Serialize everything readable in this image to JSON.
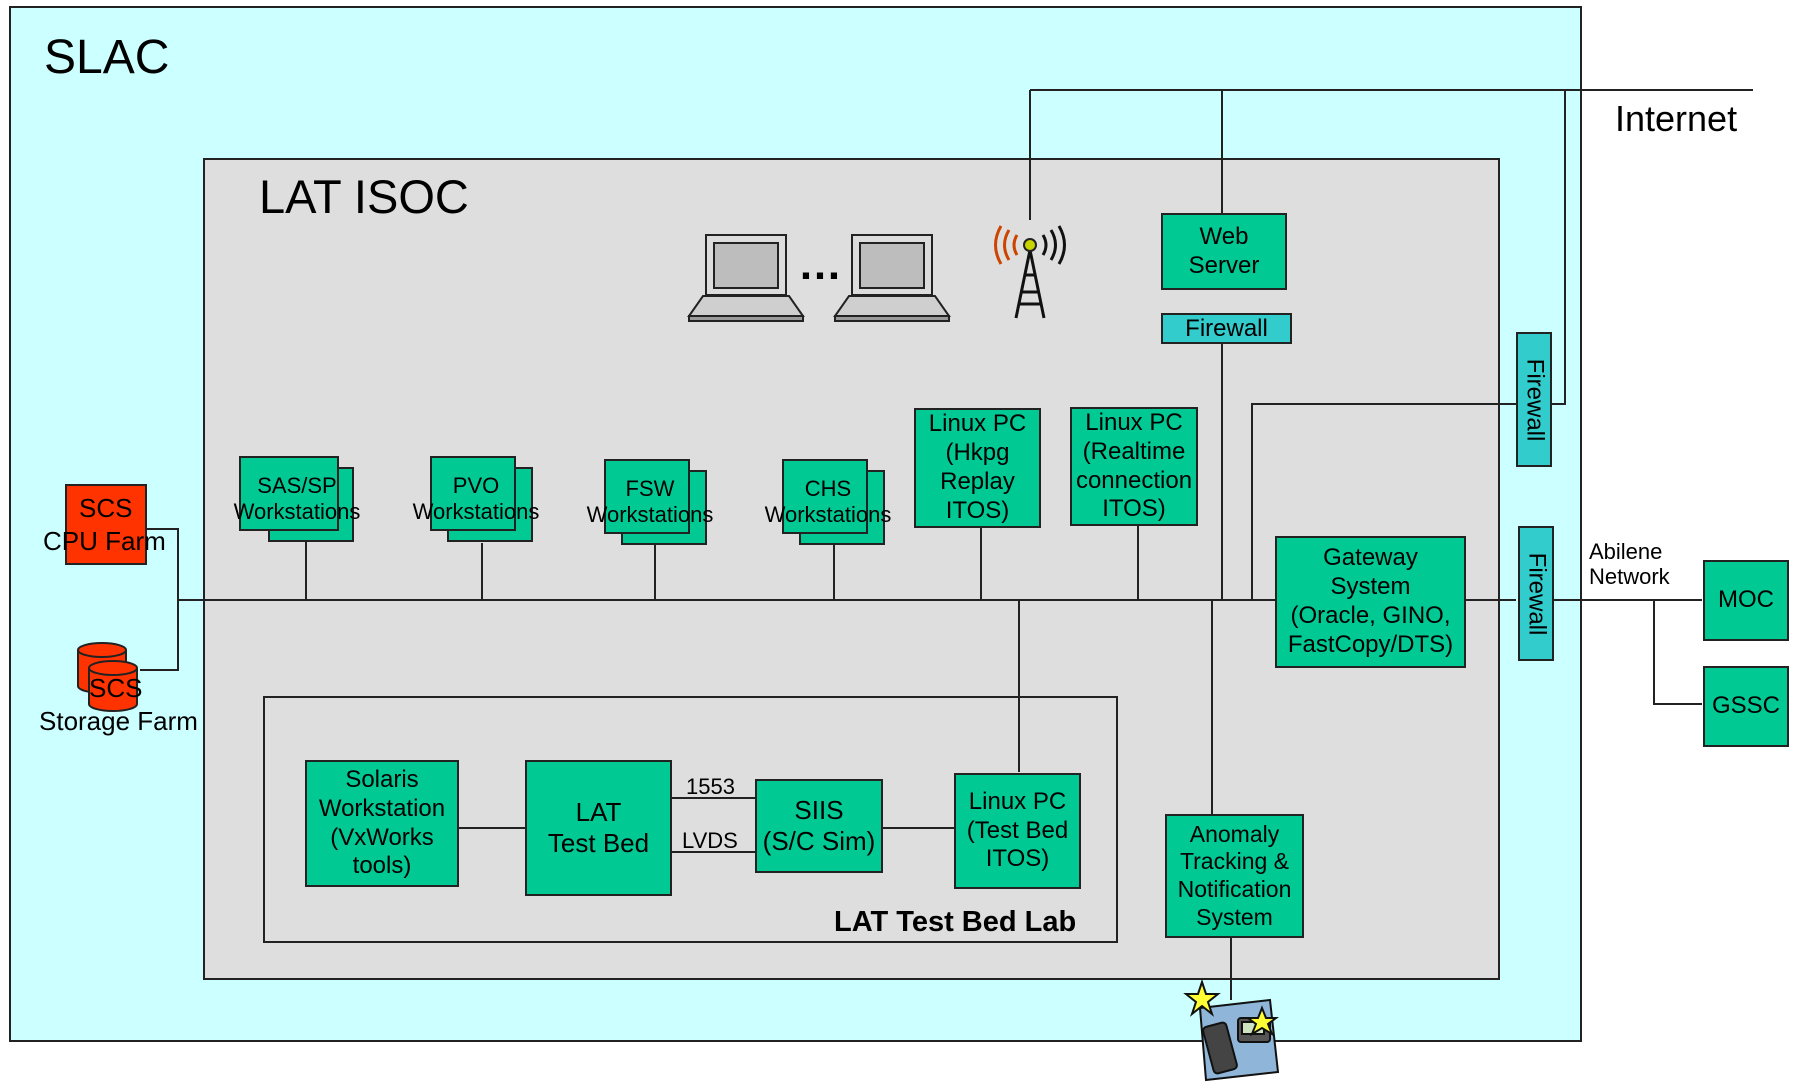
{
  "regions": {
    "slac": "SLAC",
    "isoc": "LAT ISOC",
    "testbed": "LAT Test Bed Lab",
    "internet": "Internet",
    "abilene": "Abilene\nNetwork"
  },
  "workstations": {
    "sas": "SAS/SP\nWorkstations",
    "pvo": "PVO\nWorkstations",
    "fsw": "FSW\nWorkstations",
    "chs": "CHS\nWorkstations"
  },
  "nodes": {
    "linux_hkpg": "Linux PC\n(Hkpg\nReplay\nITOS)",
    "linux_realtime": "Linux PC\n(Realtime\nconnection\nITOS)",
    "web_server": "Web\nServer",
    "firewall_web": "Firewall",
    "firewall_upper": "Firewall",
    "firewall_lower": "Firewall",
    "gateway": "Gateway\nSystem\n(Oracle, GINO,\nFastCopy/DTS)",
    "moc": "MOC",
    "gssc": "GSSC",
    "scs_cpu_a": "SCS",
    "scs_cpu_b": "CPU Farm",
    "scs_storage_a": "SCS",
    "scs_storage_b": "Storage Farm",
    "solaris": "Solaris\nWorkstation\n(VxWorks\ntools)",
    "lat_testbed": "LAT\nTest Bed",
    "siis": "SIIS\n(S/C Sim)",
    "linux_testbed": "Linux PC\n(Test Bed\nITOS)",
    "anomaly": "Anomaly\nTracking &\nNotification\nSystem"
  },
  "links": {
    "bus_1553": "1553",
    "lvds": "LVDS"
  },
  "misc": {
    "ellipsis": "…"
  },
  "icons": [
    "laptop-icon",
    "laptop-icon",
    "radio-tower-icon",
    "disk-cylinder-icon",
    "pager-phone-icon"
  ],
  "colors": {
    "slac_bg": "#ccffff",
    "isoc_bg": "#dedede",
    "node_green": "#00c994",
    "firewall_teal": "#33cccc",
    "scs_red": "#ff3300"
  }
}
